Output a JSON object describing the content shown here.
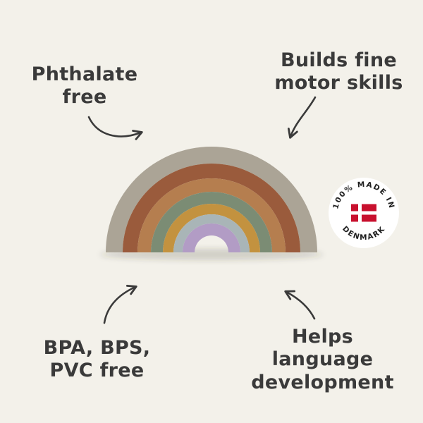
{
  "page": {
    "background_color": "#f3f1ea",
    "text_color": "#3a3a3a"
  },
  "annotations": {
    "top_left": {
      "line1": "Phthalate",
      "line2": "free"
    },
    "top_right": {
      "line1": "Builds fine",
      "line2": "motor skills"
    },
    "bottom_left": {
      "line1": "BPA, BPS,",
      "line2": "PVC free"
    },
    "bottom_right": {
      "line1": "Helps language",
      "line2": "development"
    }
  },
  "arrows": {
    "color": "#3a3a3a"
  },
  "badge": {
    "top_text": "100% MADE IN",
    "bottom_text": "DENMARK",
    "background_color": "#ffffff",
    "flag": {
      "red": "#c8102e",
      "white": "#ffffff"
    }
  },
  "rainbow": {
    "description": "stacked silicone rainbow toy, 7 arches outer to inner",
    "colors": [
      "#aba496",
      "#9a5b3c",
      "#b57e4f",
      "#7b8c74",
      "#c3923f",
      "#a9b5b7",
      "#b29cc5"
    ],
    "shadow_color": "rgba(60,55,45,0.18)"
  }
}
